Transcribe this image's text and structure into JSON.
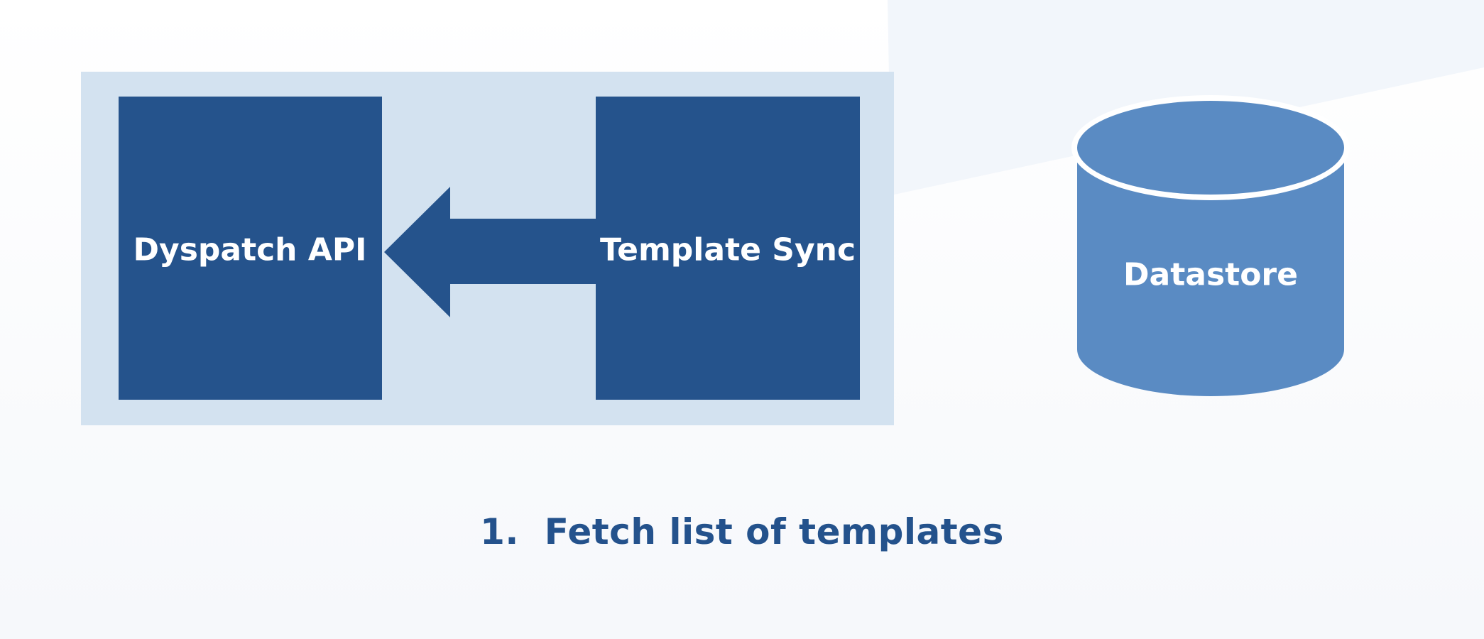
{
  "diagram": {
    "nodes": {
      "api": {
        "label": "Dyspatch API"
      },
      "sync": {
        "label": "Template Sync"
      },
      "datastore": {
        "label": "Datastore"
      }
    },
    "caption": "1.  Fetch list of templates"
  },
  "colors": {
    "container": "#d3e2f0",
    "box": "#25538c",
    "cylinder": "#5a8bc3",
    "caption": "#24528c"
  }
}
